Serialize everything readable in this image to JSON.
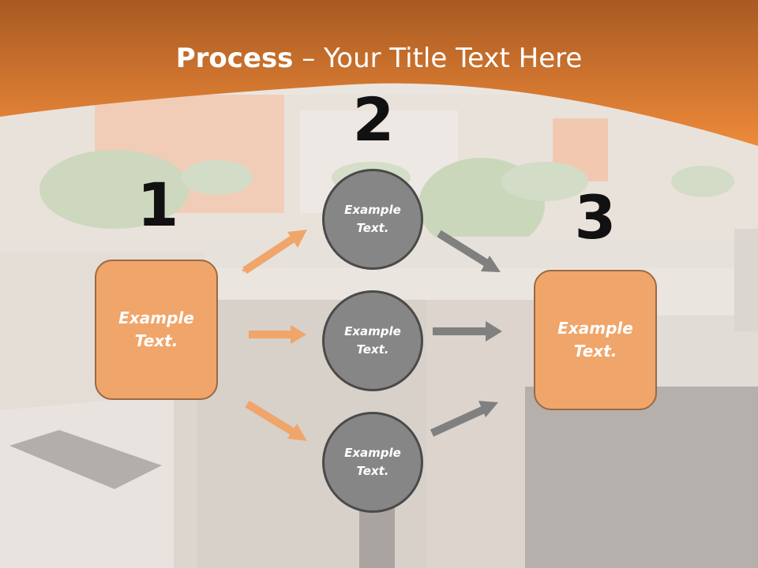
{
  "slide": {
    "title_bold": "Process",
    "title_rest": " – Your Title Text Here"
  },
  "colors": {
    "header": "#e8843a",
    "box_fill": "#f0a56a",
    "box_border": "#9a6a45",
    "circle_fill": "#868686",
    "circle_border": "#4a4a4a",
    "arrow_orange": "#f0a56a",
    "arrow_gray": "#808080"
  },
  "steps": {
    "one": {
      "number": "1",
      "text_line1": "Example",
      "text_line2": "Text."
    },
    "two": {
      "number": "2"
    },
    "three": {
      "number": "3",
      "text_line1": "Example",
      "text_line2": "Text."
    }
  },
  "circles": [
    {
      "text_line1": "Example",
      "text_line2": "Text."
    },
    {
      "text_line1": "Example",
      "text_line2": "Text."
    },
    {
      "text_line1": "Example",
      "text_line2": "Text."
    }
  ]
}
